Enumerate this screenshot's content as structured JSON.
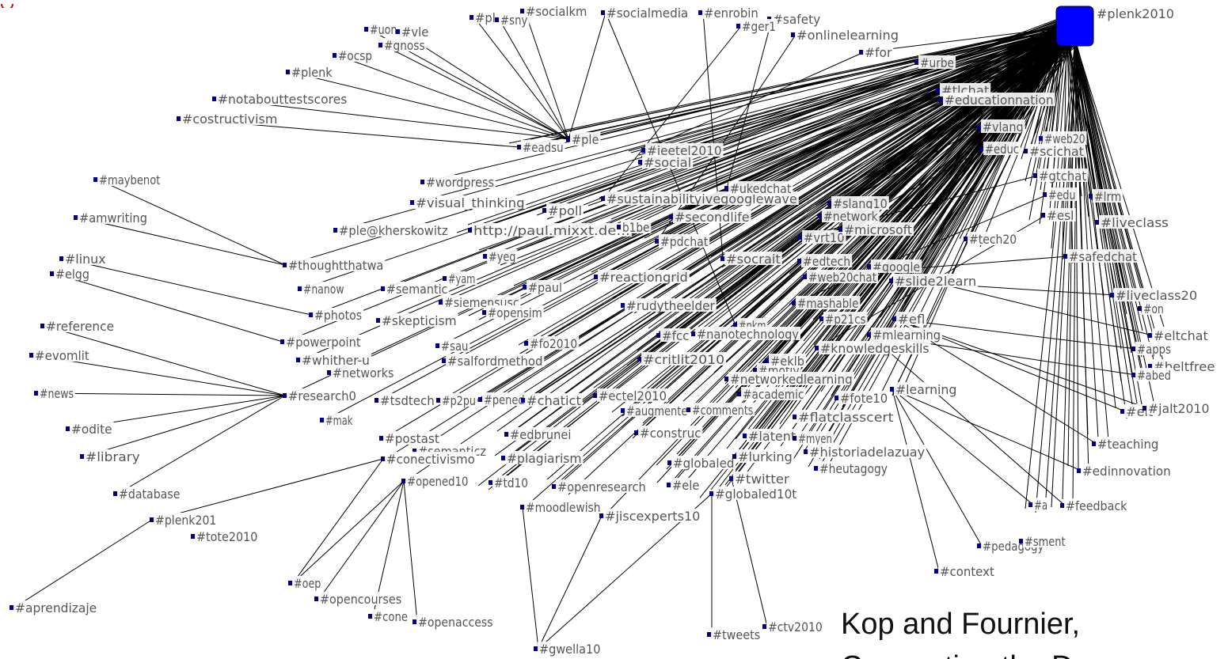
{
  "title": "",
  "caption": {
    "line1": "Kop and Fournier,",
    "line2": "Connecting the D"
  },
  "hub_label": "#plenk2010",
  "colors": {
    "edge": "#000000",
    "node": "#000080",
    "hub": "#0000ff",
    "label": "#555555",
    "logo": "#cc0000"
  },
  "nodes": [
    "#plenk2010",
    "#pl",
    "#sny",
    "#socialkm",
    "#socialmedia",
    "#enrobin",
    "#safety",
    "#ger1",
    "#onlinelearning",
    "#uon",
    "#vle",
    "#gnoss",
    "#ocsp",
    "#plenk",
    "#notabouttestscores",
    "#costructivism",
    "#for",
    "#urbe",
    "#tlchat",
    "#educationnation",
    "#vlang",
    "#web20",
    "#educ",
    "#scichat",
    "#gtchat",
    "#edu",
    "#lrm",
    "#esl",
    "#liveclass",
    "#safedchat",
    "#liveclass20",
    "#on",
    "#eltchat",
    "#apps",
    "#beltfree",
    "#abed",
    "#elt",
    "#jalt2010",
    "#teaching",
    "#edinnovation",
    "#a",
    "#feedback",
    "#pedagogy",
    "#sment",
    "#context",
    "#maybenot",
    "#amwriting",
    "#linux",
    "#elgg",
    "#reference",
    "#evomlit",
    "#news",
    "#odite",
    "#library",
    "#database",
    "#plenk201",
    "#tote2010",
    "#aprendizaje",
    "#oep",
    "#opencourses",
    "#cone",
    "#openaccess",
    "#gwella10",
    "#tweets",
    "#ctv2010",
    "#ple",
    "#eadsu",
    "#ieetel2010",
    "#social",
    "#wordpress",
    "#visual_thinking",
    "#sustainabilityivegooglewave",
    "#ukedchat",
    "#slang10",
    "#secondlife",
    "#network",
    "#poll",
    "#ple@kherskowitz",
    "http://paul.mixxt.de...",
    "b1be",
    "#pdchat",
    "#vrt10",
    "#microsoft",
    "#tech20",
    "#thoughtthatwa",
    "#socrait",
    "#edtech",
    "#google",
    "#web20chat",
    "#slide2learn",
    "#reactiongrid",
    "#rudytheelder",
    "#mashable",
    "#nanow",
    "#semantic",
    "#siemensusc",
    "#skepticism",
    "#photos",
    "#powerpoint",
    "#pkm",
    "#nanotechnology",
    "#p21cs",
    "#efl",
    "#mlearning",
    "#knowledgeskills",
    "#fo2010",
    "#whither-u",
    "#salfordmethod",
    "#critlit2010",
    "#motiv",
    "#networkedlearning",
    "#networks",
    "#research0",
    "#tsdtech",
    "#p2pu",
    "#pened",
    "#ectel2010",
    "#chatict",
    "#augmente",
    "#comments",
    "#academic",
    "#fote10",
    "#learning",
    "#mak",
    "#flatclasscert",
    "#postast",
    "#edbrunei",
    "#construc",
    "#latent",
    "#myen",
    "#semanticz",
    "#plagiarism",
    "#globaled",
    "#lurking",
    "#historiadelazuay",
    "#heutagogy",
    "#conectivismo",
    "#opened10",
    "#td10",
    "#openresearch",
    "#ele",
    "#twitter",
    "#globaled10t",
    "#moodlewish",
    "#jiscexperts10",
    "#yeg",
    "#yam",
    "#paul",
    "#opensim",
    "#sau",
    "#fcc",
    "#eklb"
  ]
}
